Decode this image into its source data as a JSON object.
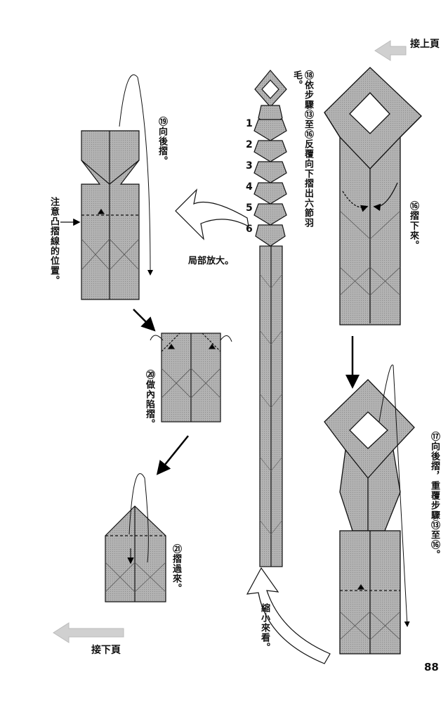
{
  "nav": {
    "prev_page": "接上頁",
    "next_page": "接下頁"
  },
  "page_number": "88",
  "steps": {
    "s16": "⑯摺下來。",
    "s17": "⑰向後摺，重覆步驟⑬至⑯。",
    "s18": "⑱依步驟⑬至⑯反覆向下摺出六節羽毛。",
    "s19": "⑲向後摺。",
    "s20": "⑳做內陷摺。",
    "s21": "㉑摺過來。"
  },
  "notes": {
    "mountain_fold": "注意凸摺線的位置。",
    "zoom_in": "局部放大。",
    "zoom_out": "縮小來看。"
  },
  "segments": [
    "1",
    "2",
    "3",
    "4",
    "5",
    "6"
  ]
}
